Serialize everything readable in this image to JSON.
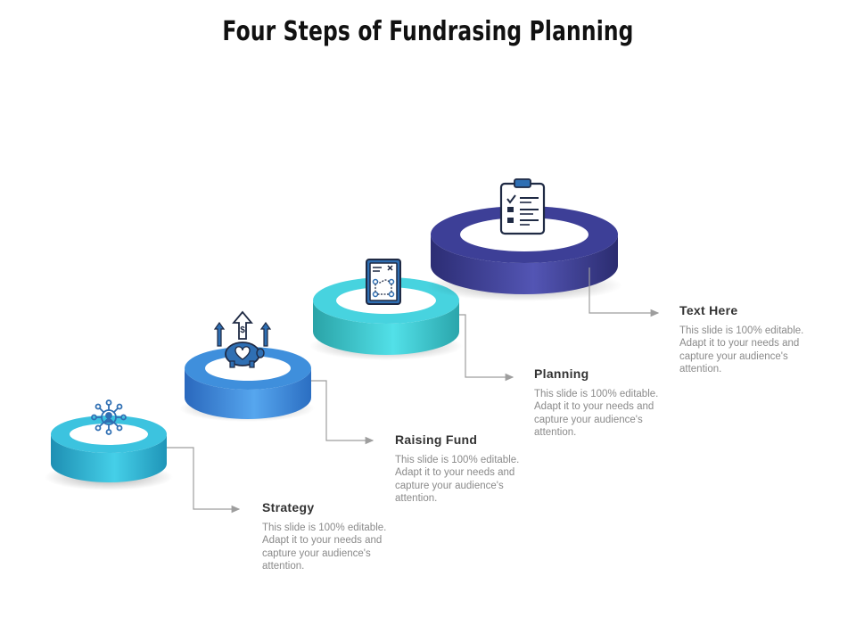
{
  "title": "Four Steps of Fundrasing Planning",
  "steps": [
    {
      "heading": "Strategy",
      "description": "This slide is 100% editable. Adapt it to your needs and capture your audience's attention.",
      "icon": "network-people-icon",
      "color": "#3cc3df"
    },
    {
      "heading": "Raising Fund",
      "description": "This slide is 100% editable. Adapt it to your needs and capture your audience's attention.",
      "icon": "piggy-bank-growth-icon",
      "color": "#3f8fdc"
    },
    {
      "heading": "Planning",
      "description": "This slide is 100% editable. Adapt it to your needs and capture your audience's attention.",
      "icon": "strategy-board-icon",
      "color": "#47d3df"
    },
    {
      "heading": "Text Here",
      "description": "This slide is 100% editable. Adapt it to your needs and capture your audience's attention.",
      "icon": "clipboard-checklist-icon",
      "color": "#3d3f97"
    }
  ],
  "colors": {
    "connector": "#9e9e9e",
    "icon_dark": "#1f2a44",
    "icon_blue": "#2f6fb3"
  }
}
